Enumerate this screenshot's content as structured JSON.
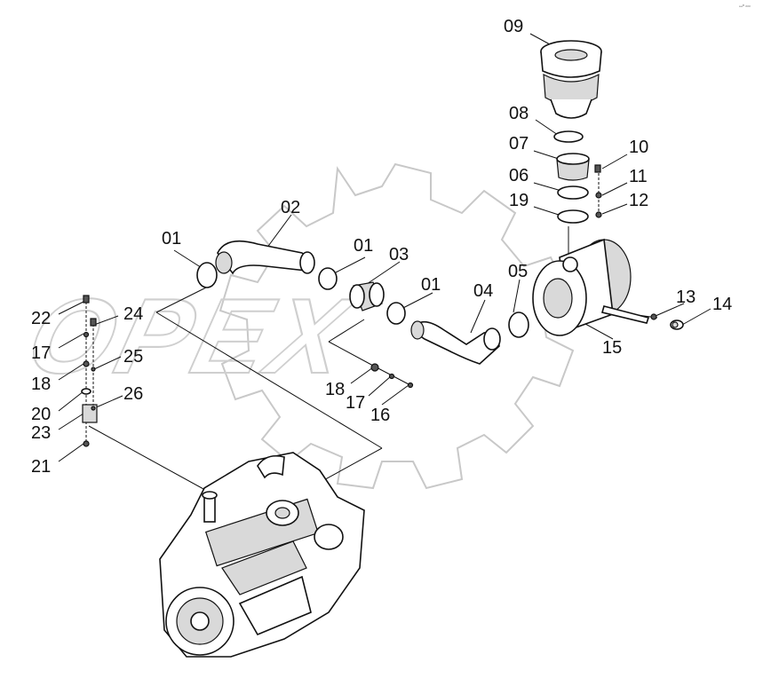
{
  "corner_mark": "ꟷ⁰ ᵒᵒᵒ",
  "watermark": {
    "text": "OPEX"
  },
  "callouts": [
    {
      "id": "c09",
      "label": "09"
    },
    {
      "id": "c08",
      "label": "08"
    },
    {
      "id": "c07",
      "label": "07"
    },
    {
      "id": "c06",
      "label": "06"
    },
    {
      "id": "c19",
      "label": "19"
    },
    {
      "id": "c10",
      "label": "10"
    },
    {
      "id": "c11",
      "label": "11"
    },
    {
      "id": "c12",
      "label": "12"
    },
    {
      "id": "c02",
      "label": "02"
    },
    {
      "id": "c01a",
      "label": "01"
    },
    {
      "id": "c01b",
      "label": "01"
    },
    {
      "id": "c03",
      "label": "03"
    },
    {
      "id": "c01c",
      "label": "01"
    },
    {
      "id": "c04",
      "label": "04"
    },
    {
      "id": "c05",
      "label": "05"
    },
    {
      "id": "c13",
      "label": "13"
    },
    {
      "id": "c14",
      "label": "14"
    },
    {
      "id": "c15",
      "label": "15"
    },
    {
      "id": "c22",
      "label": "22"
    },
    {
      "id": "c24",
      "label": "24"
    },
    {
      "id": "c17a",
      "label": "17"
    },
    {
      "id": "c25",
      "label": "25"
    },
    {
      "id": "c18a",
      "label": "18"
    },
    {
      "id": "c20",
      "label": "20"
    },
    {
      "id": "c26",
      "label": "26"
    },
    {
      "id": "c23",
      "label": "23"
    },
    {
      "id": "c21",
      "label": "21"
    },
    {
      "id": "c18b",
      "label": "18"
    },
    {
      "id": "c17b",
      "label": "17"
    },
    {
      "id": "c16",
      "label": "16"
    }
  ]
}
